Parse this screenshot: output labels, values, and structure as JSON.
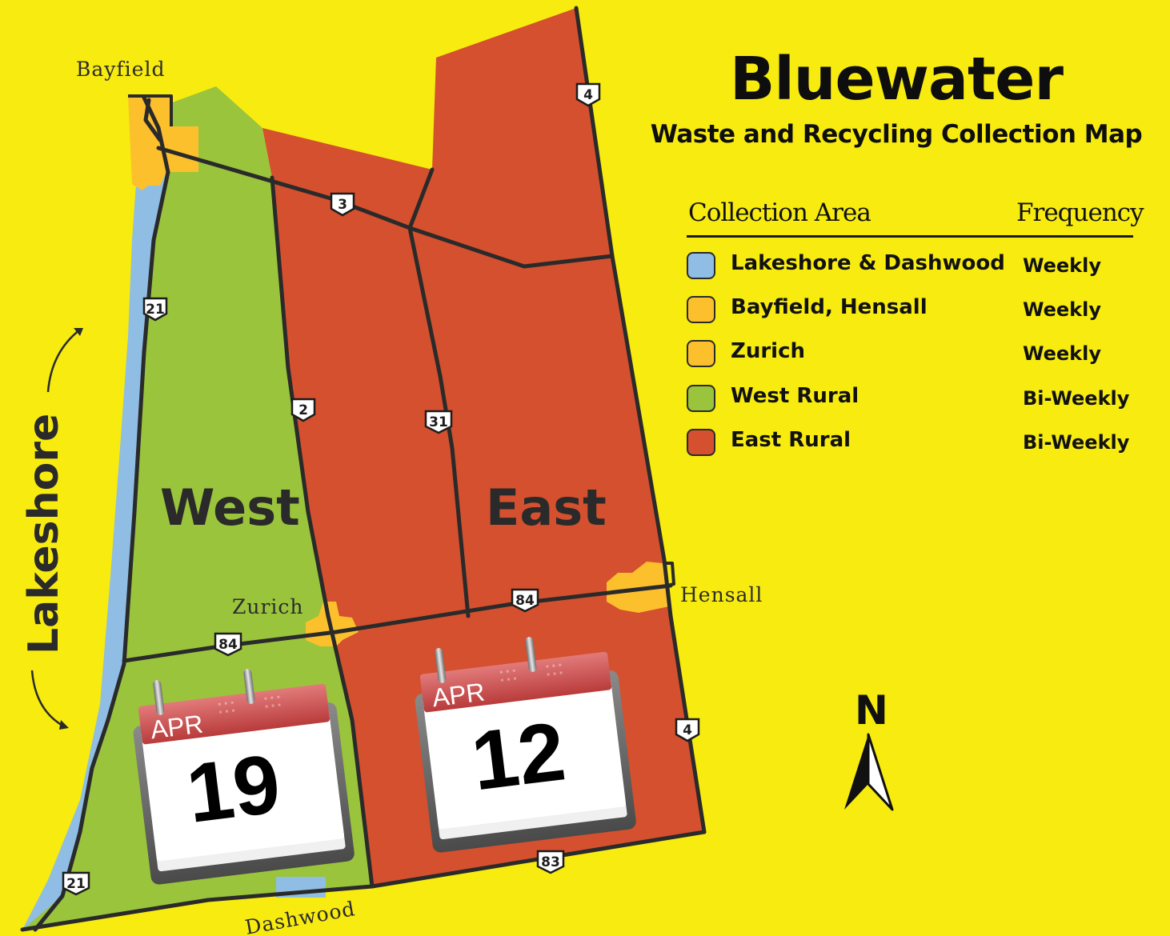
{
  "header": {
    "title": "Bluewater",
    "subtitle": "Waste and Recycling Collection Map"
  },
  "legend": {
    "col_area": "Collection Area",
    "col_frequency": "Frequency",
    "items": [
      {
        "area": "Lakeshore & Dashwood",
        "frequency": "Weekly",
        "color": "#8fbde4"
      },
      {
        "area": "Bayfield, Hensall",
        "frequency": "Weekly",
        "color": "#fcc02c"
      },
      {
        "area": "Zurich",
        "frequency": "Weekly",
        "color": "#fcc02c"
      },
      {
        "area": "West Rural",
        "frequency": "Bi-Weekly",
        "color": "#9ac43c"
      },
      {
        "area": "East Rural",
        "frequency": "Bi-Weekly",
        "color": "#d4502e"
      }
    ]
  },
  "map": {
    "colors": {
      "background": "#f7eb10",
      "lakeshore": "#8fbde4",
      "town": "#fcc02c",
      "west": "#9ac43c",
      "east": "#d4502e"
    },
    "places": {
      "bayfield": "Bayfield",
      "zurich": "Zurich",
      "hensall": "Hensall",
      "dashwood": "Dashwood"
    },
    "regions": {
      "west": "West",
      "east": "East",
      "lakeshore": "Lakeshore"
    },
    "highways": {
      "h4_north": "4",
      "h3": "3",
      "h21_north": "21",
      "h2": "2",
      "h31": "31",
      "h84_east": "84",
      "h84_west": "84",
      "h4_south": "4",
      "h83": "83",
      "h21_south": "21"
    },
    "north_label": "N"
  },
  "calendars": {
    "west": {
      "month": "APR",
      "day": "19"
    },
    "east": {
      "month": "APR",
      "day": "12"
    }
  }
}
